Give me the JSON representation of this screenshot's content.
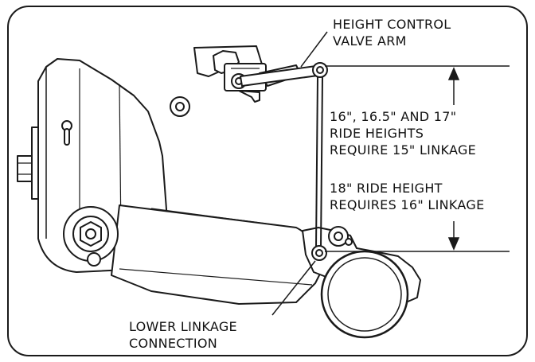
{
  "labels": {
    "valve_arm": [
      "HEIGHT CONTROL",
      "VALVE ARM"
    ],
    "ride_heights_15": [
      "16\", 16.5\" AND 17\"",
      "RIDE HEIGHTS",
      "REQUIRE 15\" LINKAGE"
    ],
    "ride_height_16": [
      "18\" RIDE HEIGHT",
      "REQUIRES 16\" LINKAGE"
    ],
    "lower_connection": [
      "LOWER LINKAGE",
      "CONNECTION"
    ]
  },
  "colors": {
    "line": "#1a1a1a",
    "background": "#ffffff"
  }
}
